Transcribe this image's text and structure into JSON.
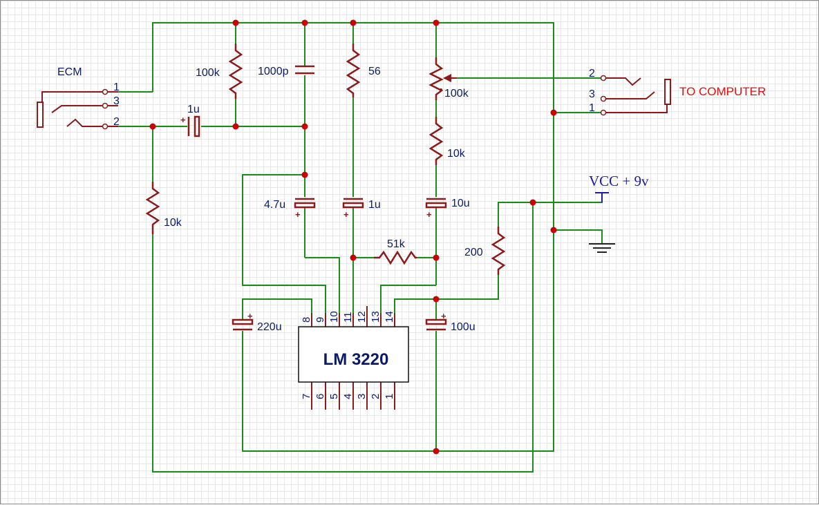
{
  "labels": {
    "ecm": "ECM",
    "to_computer": "TO COMPUTER",
    "vcc": "VCC + 9v",
    "ic": "LM 3220"
  },
  "components": {
    "r_100k": "100k",
    "c_1000p": "1000p",
    "r_56": "56",
    "pot_100k": "100k",
    "r_10k_right": "10k",
    "c_1u_in": "1u",
    "r_10k_left": "10k",
    "c_4u7": "4.7u",
    "c_1u_mid": "1u",
    "c_10u": "10u",
    "r_51k": "51k",
    "r_200": "200",
    "c_220u": "220u",
    "c_100u": "100u"
  },
  "ecm_pins": [
    "1",
    "3",
    "2"
  ],
  "out_pins": [
    "2",
    "3",
    "1"
  ],
  "ic_top_pins": [
    "8",
    "9",
    "10",
    "11",
    "12",
    "13",
    "14"
  ],
  "ic_bottom_pins": [
    "7",
    "6",
    "5",
    "4",
    "3",
    "2",
    "1"
  ],
  "polarity_mark": "+",
  "colors": {
    "wire": "#1a8c1a",
    "component": "#8b1a1a",
    "junction": "#cc0000",
    "label": "#0a1a66",
    "accent_label": "#e01010"
  }
}
